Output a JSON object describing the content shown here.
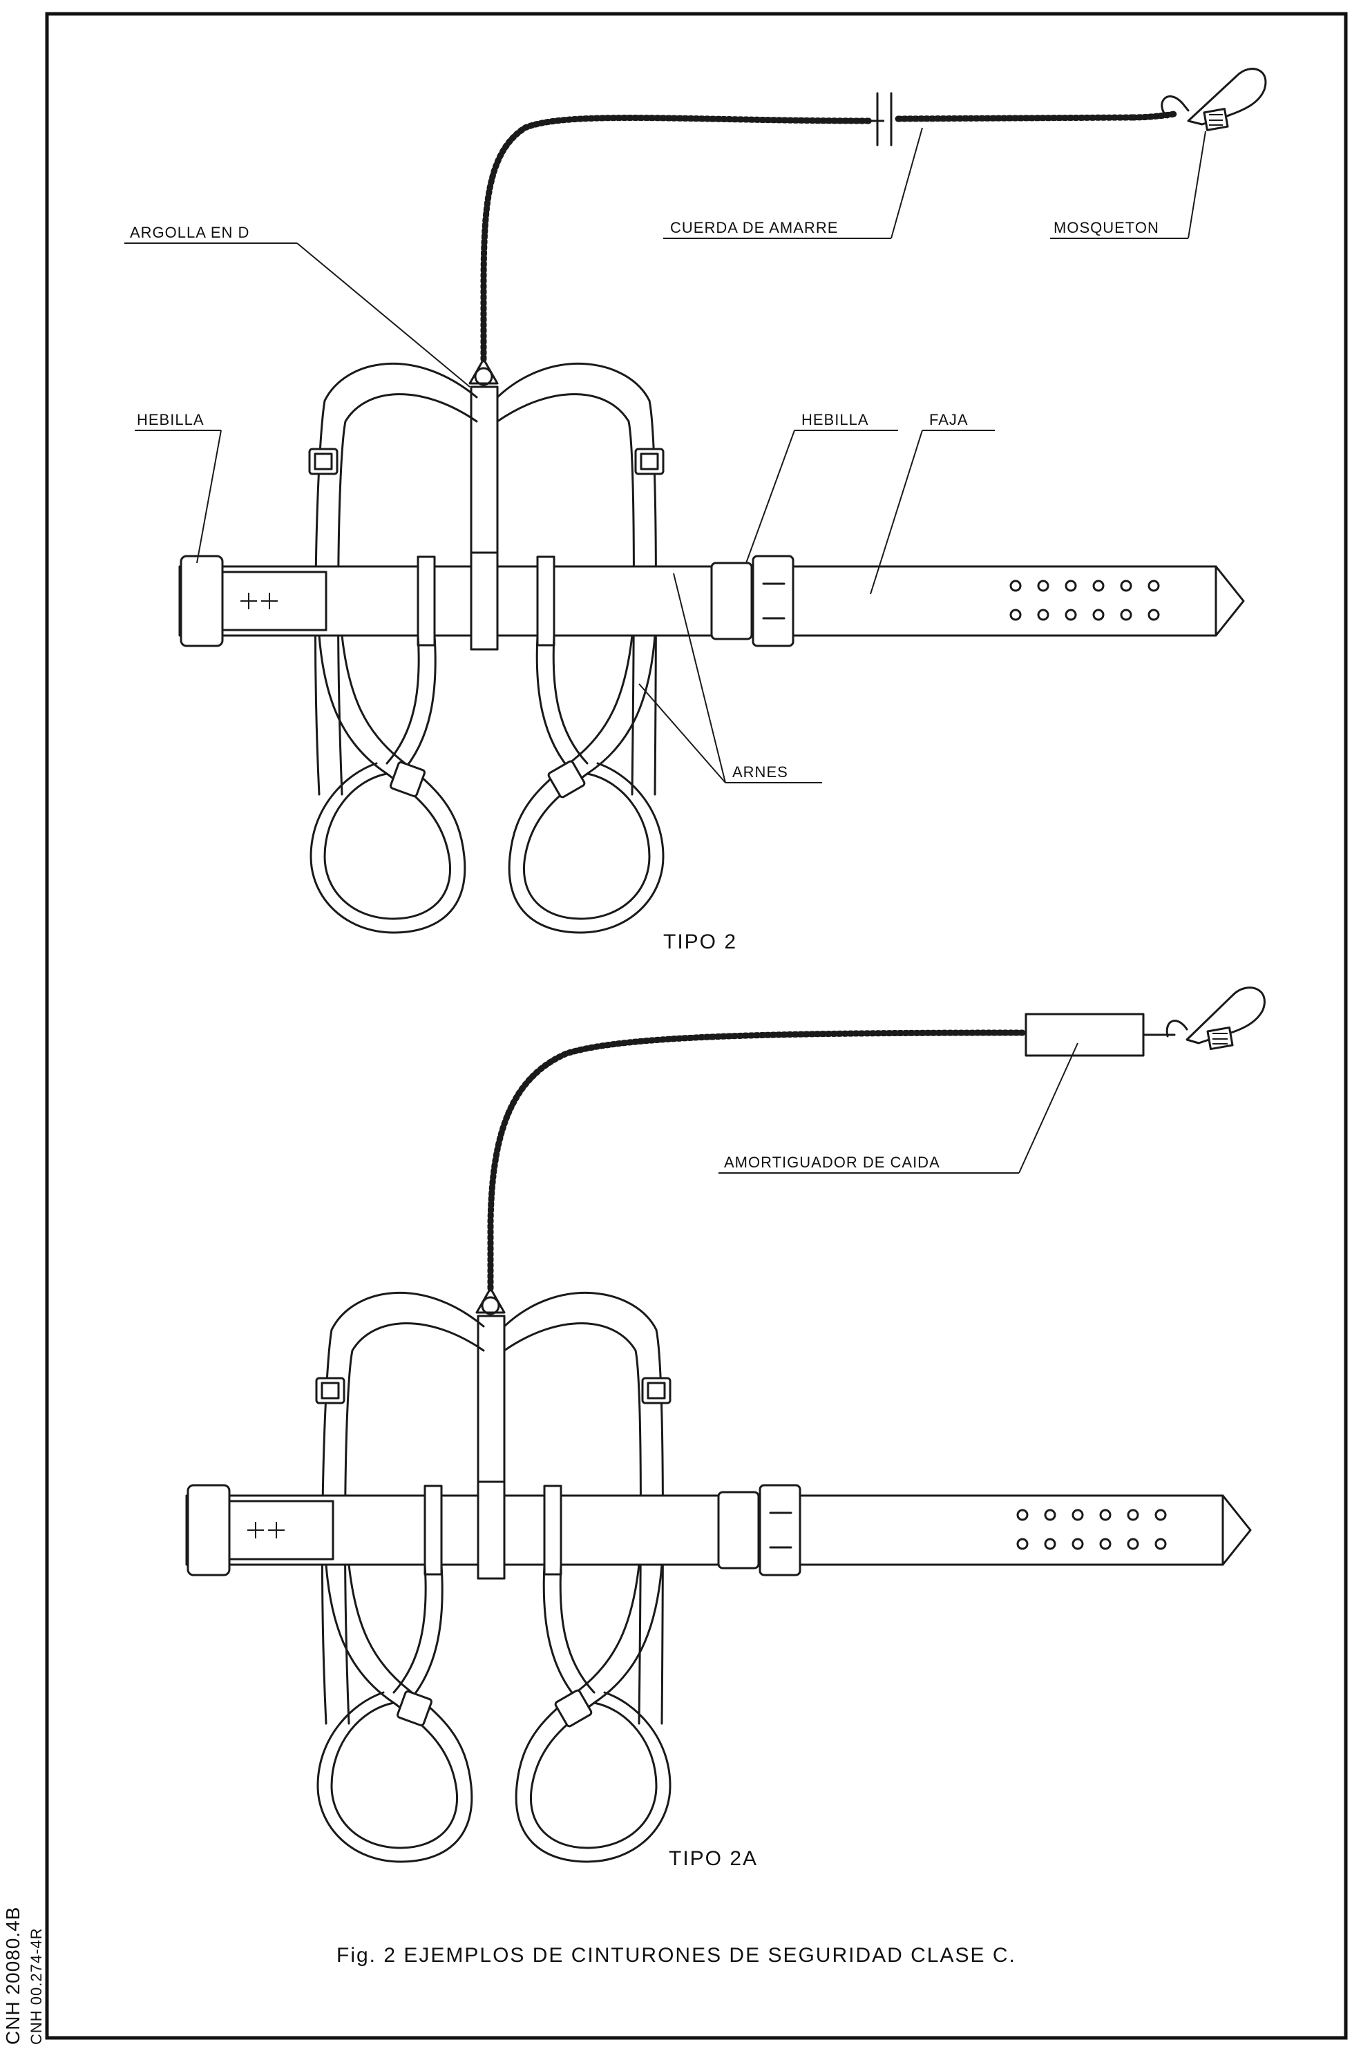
{
  "labels": {
    "argolla": "ARGOLLA EN D",
    "cuerda": "CUERDA DE AMARRE",
    "mosqueton": "MOSQUETON",
    "hebilla_left": "HEBILLA",
    "hebilla_right": "HEBILLA",
    "faja": "FAJA",
    "arnes": "ARNES",
    "amortiguador": "AMORTIGUADOR DE CAIDA"
  },
  "types": {
    "top": "TIPO 2",
    "bottom": "TIPO 2A"
  },
  "caption": "Fig. 2 EJEMPLOS DE CINTURONES DE SEGURIDAD CLASE C.",
  "side_codes": {
    "line1": "CNH 20080.4B",
    "line2": "CNH 00.274-4R"
  }
}
